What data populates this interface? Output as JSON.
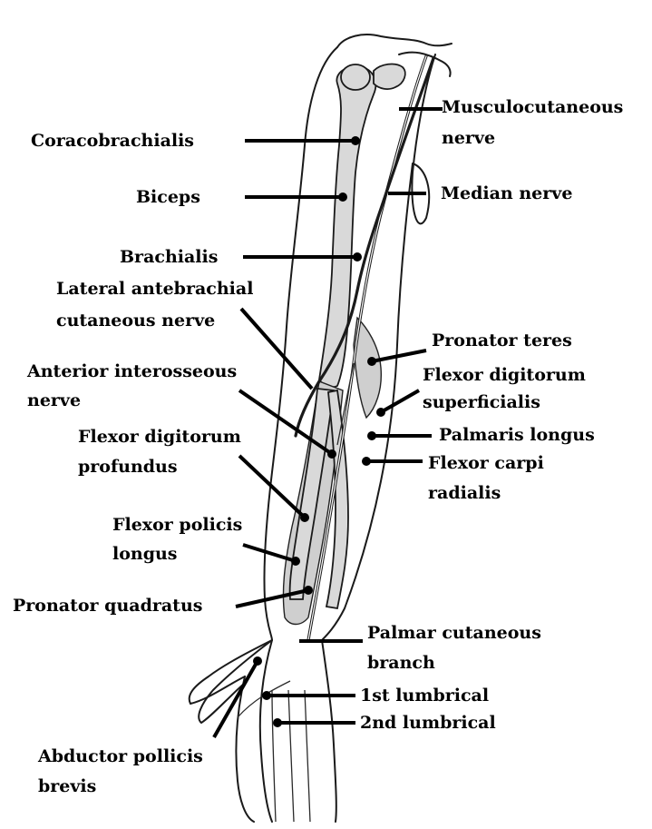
{
  "labels": {
    "coracobrachialis": "Coracobrachialis",
    "biceps": "Biceps",
    "brachialis": "Brachialis",
    "lateral_antebrachial_1": "Lateral antebrachial",
    "lateral_antebrachial_2": "cutaneous nerve",
    "anterior_interosseous_1": "Anterior interosseous",
    "anterior_interosseous_2": "nerve",
    "fdp_1": "Flexor digitorum",
    "fdp_2": "profundus",
    "fpl_1": "Flexor policis",
    "fpl_2": "longus",
    "pronator_quadratus": "Pronator quadratus",
    "abductor_1": "Abductor pollicis",
    "abductor_2": "brevis",
    "musculocutaneous_1": "Musculocutaneous",
    "musculocutaneous_2": "nerve",
    "median_nerve": "Median nerve",
    "pronator_teres": "Pronator teres",
    "fds_1": "Flexor digitorum",
    "fds_2": "superficialis",
    "palmaris_longus": "Palmaris longus",
    "fcr_1": "Flexor carpi",
    "fcr_2": "radialis",
    "palmar_cut_1": "Palmar cutaneous",
    "palmar_cut_2": "branch",
    "lumbrical_1": "1st lumbrical",
    "lumbrical_2": "2nd lumbrical"
  }
}
